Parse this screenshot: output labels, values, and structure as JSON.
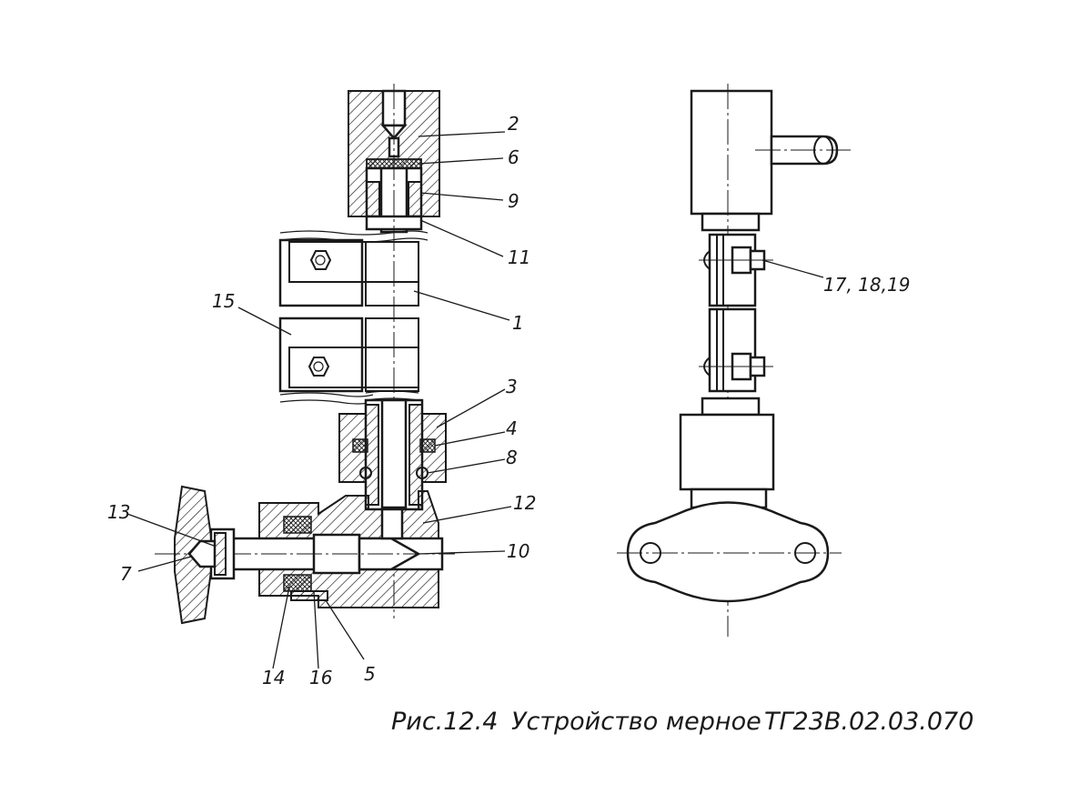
{
  "caption": {
    "figure": "Рис.12.4",
    "title": "Устройство мерное",
    "code": "ТГ23В.02.03.070"
  },
  "callouts": {
    "c1": "1",
    "c2": "2",
    "c3": "3",
    "c4": "4",
    "c5": "5",
    "c6": "6",
    "c7": "7",
    "c8": "8",
    "c9": "9",
    "c10": "10",
    "c11": "11",
    "c12": "12",
    "c13": "13",
    "c14": "14",
    "c15": "15",
    "c16": "16",
    "c17_18_19": "17, 18,19"
  }
}
